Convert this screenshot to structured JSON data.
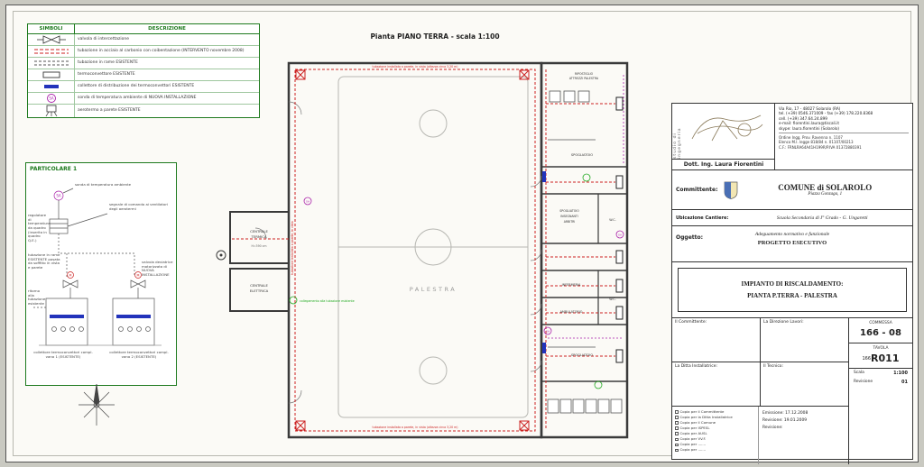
{
  "colors": {
    "legend_green": "#1e7a1e",
    "pipe_new_red": "#cc2222",
    "collector_blue": "#2233bb",
    "probe_magenta": "#aa22aa",
    "link_green": "#22aa22"
  },
  "legend": {
    "header_symbols": "SIMBOLI",
    "header_desc": "DESCRIZIONE",
    "rows": [
      {
        "icon": "valve-icon",
        "desc": "valvola di intercettazione"
      },
      {
        "icon": "pipe-new-icon",
        "desc": "tubazione in acciaio al carbonio con coibentazione (INTERVENTO novembre 2008)"
      },
      {
        "icon": "pipe-copper-icon",
        "desc": "tubazione in rame ESISTENTE"
      },
      {
        "icon": "fan-coil-icon",
        "desc": "termoconvettore ESISTENTE"
      },
      {
        "icon": "collector-icon",
        "desc": "collettore di distribuzione dei termoconvettori ESISTENTE"
      },
      {
        "icon": "probe-icon",
        "desc": "sonda di temperatura ambiente di NUOVA INSTALLAZIONE",
        "symbol_text": "SA"
      },
      {
        "icon": "aerotermo-icon",
        "desc": "aerotermo a parete ESISTENTE"
      }
    ]
  },
  "particolare": {
    "title": "PARTICOLARE 1",
    "probe_symbol": "SA",
    "probe_label": "sonda di temperatura ambiente",
    "signal_label": "segnale di comando ai ventilatori degli aerotermi",
    "regulator_label": "regolatore di temperatura da quadro (inserito in quadro Q.E.)",
    "pipe_label": "tubazione in rame ESISTENTE posata da soffitto in vista e parete",
    "valve_label": "valvola deviatrice motorizzata di NUOVA INSTALLAZIONE",
    "return_label": "ritorno alla tubazione esistente",
    "motor_letter": "M",
    "collector1_label": "collettore termoconvettori compl. vano 1 (ESISTENTE)",
    "collector2_label": "collettore termoconvettori compl. vano 2 (ESISTENTE)"
  },
  "plan": {
    "title": "Pianta PIANO TERRA - scala 1:100",
    "palestra": "PALESTRA",
    "centrale_termica_1": "CENTRALE",
    "centrale_termica_2": "TERMICA",
    "centrale_termica_h": "H=390 cm",
    "centrale_elettrica_1": "CENTRALE",
    "centrale_elettrica_2": "ELETTRICA",
    "ripostiglio_1": "RIPOSTIGLIO",
    "ripostiglio_2": "ATTREZZI PALESTRA",
    "spogliatoio_top": "SPOGLIATOIO",
    "arbitri_1": "SPOGLIATOIO",
    "arbitri_2": "INSEGNANTI",
    "arbitri_3": "ARBITRI",
    "wc1": "W.C.",
    "wc2": "W.C.",
    "infermeria": "INFERMERIA",
    "ambulatorio": "AMBULATORIO",
    "spogliatoio_bottom": "SPOGLIATOIO",
    "sa": "SA",
    "note_top": "tubazione installata a parete, in vista (altezza circa 3,20 m)",
    "note_bottom": "tubazione installata a parete, in vista (altezza circa 3,20 m)",
    "note_left": "tubazione installata a parete, in vista",
    "collegamento": "collegamento alla tubazione esistente"
  },
  "titleblock": {
    "studio_vertical": "studio di ingegneria",
    "engineer": "Dott. Ing. Laura Fiorentini",
    "contact_lines": [
      "Via Rio, 17  -  48027 Solarolo (RA)",
      "tel. (+39) 0546.371009 - fax (+39) 178.220.8368",
      "cell. (+39) 347.64.24.899",
      "e-mail: fiorentini.laura@tiscali.it",
      "skype: laura.fiorentini (Solarolo)"
    ],
    "registry_lines": [
      "Ordine Ingg. Prov. Ravenna n. 1107",
      "Elenco M.I. legge 818/84 n. 01107/00213",
      "C.F.: FRNLRA64A41H199R/P.IVA 01372880391"
    ],
    "committente_label": "Committente:",
    "committente_name": "COMUNE di SOLAROLO",
    "committente_addr": "Piazza Gonzaga, 1",
    "ubicazione_label": "Ubicazione Cantiere:",
    "ubicazione_value": "Scuola Secondaria di I° Grado - G. Ungaretti",
    "oggetto_label": "Oggetto:",
    "oggetto_value": "Adeguamento normativo e funzionale",
    "oggetto_value2": "PROGETTO ESECUTIVO",
    "impianto_line1": "IMPIANTO DI RISCALDAMENTO:",
    "impianto_line2": "PIANTA P.TERRA - PALESTRA",
    "sig_committente": "Il Committente:",
    "sig_direzione": "La Direzione Lavori:",
    "sig_installatrice": "La Ditta Installatrice:",
    "sig_tecnico": "Il Tecnico:",
    "commessa_label": "COMMESSA",
    "commessa_value": "166 - 08",
    "tavola_label": "TAVOLA",
    "tavola_prefix": "166",
    "tavola_value": "R011",
    "scala_label": "Scala",
    "scala_value": "1:100",
    "revisione_label": "Revisione",
    "revisione_value": "01",
    "emissione_line": "Emissione: 17.12.2008",
    "revisione_line1": "Revisione: 19.01.2009",
    "revisione_line2": "Revisione:",
    "copies": [
      "Copia per il Committente",
      "Copia per la Ditta Installatrice",
      "Copia per il Comune",
      "Copia per ISPESL",
      "Copia per AUSL",
      "Copia per VV.F.",
      "Copia per .......",
      "Copia per ......."
    ]
  }
}
